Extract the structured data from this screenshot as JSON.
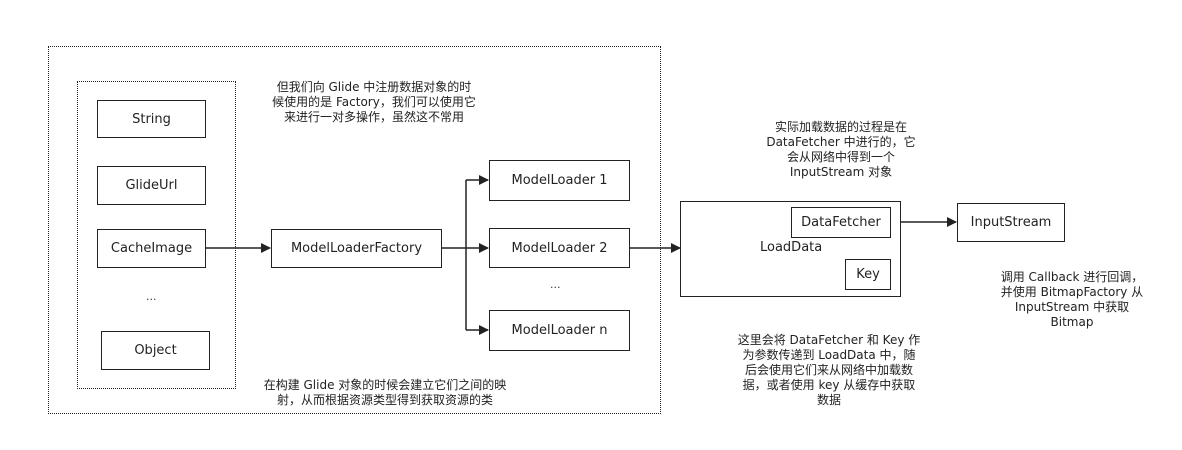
{
  "models": {
    "string": "String",
    "glide_url": "GlideUrl",
    "cache_image": "CacheImage",
    "ellipsis": "...",
    "object": "Object"
  },
  "factory": "ModelLoaderFactory",
  "loaders": {
    "loader_1": "ModelLoader 1",
    "loader_2": "ModelLoader 2",
    "ellipsis": "...",
    "loader_n": "ModelLoader n"
  },
  "load_data": {
    "label": "LoadData",
    "fetcher": "DataFetcher",
    "key": "Key"
  },
  "input_stream": "InputStream",
  "notes": {
    "factory_note_1": "但我们向 Glide 中注册数据对象的时",
    "factory_note_2": "候使用的是 Factory，我们可以使用它",
    "factory_note_3": "来进行一对多操作，虽然这不常用",
    "build_note_1": "在构建 Glide 对象的时候会建立它们之间的映",
    "build_note_2": "射，从而根据资源类型得到获取资源的类",
    "fetcher_note_1": "实际加载数据的过程是在",
    "fetcher_note_2": "DataFetcher 中进行的，它",
    "fetcher_note_3": "会从网络中得到一个",
    "fetcher_note_4": "InputStream 对象",
    "loaddata_note_1": "这里会将 DataFetcher 和 Key 作",
    "loaddata_note_2": "为参数传递到 LoadData 中，随",
    "loaddata_note_3": "后会使用它们来从网络中加载数",
    "loaddata_note_4": "据，或者使用 key 从缓存中获取",
    "loaddata_note_5": "数据",
    "callback_note_1": "调用 Callback 进行回调，",
    "callback_note_2": "并使用 BitmapFactory 从",
    "callback_note_3": "InputStream 中获取",
    "callback_note_4": "Bitmap"
  }
}
